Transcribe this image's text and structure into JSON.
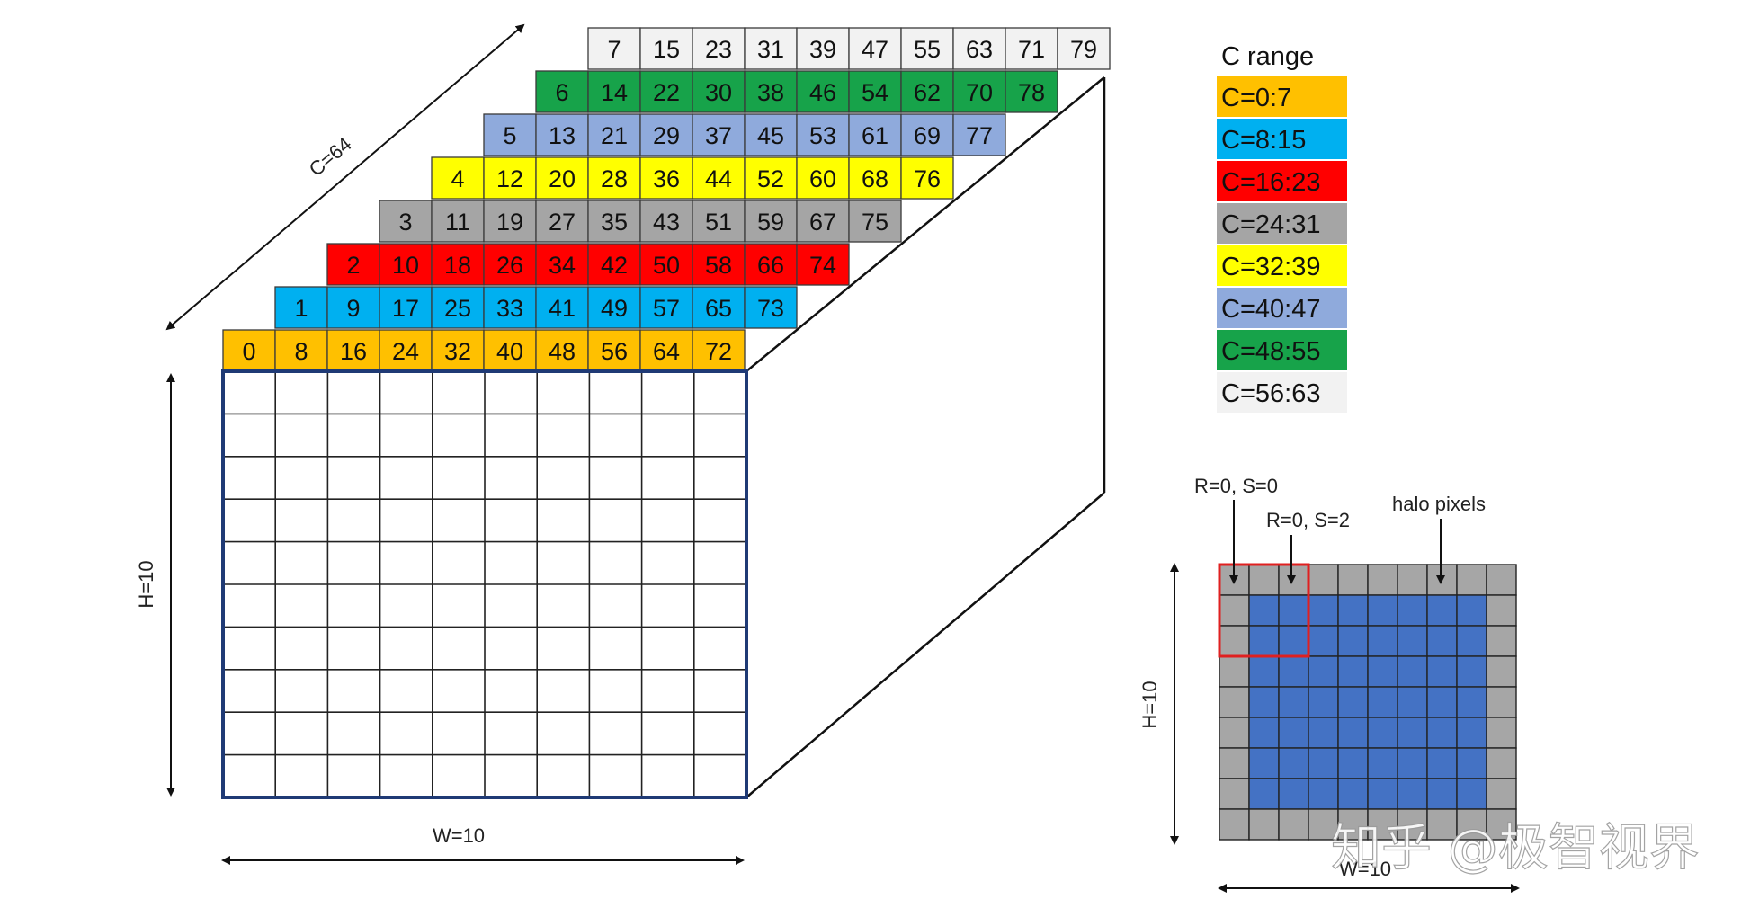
{
  "channel_rows": [
    {
      "fill": "#f2f2f2",
      "labels": [
        "7",
        "15",
        "23",
        "31",
        "39",
        "47",
        "55",
        "63",
        "71",
        "79"
      ]
    },
    {
      "fill": "#17a34a",
      "labels": [
        "6",
        "14",
        "22",
        "30",
        "38",
        "46",
        "54",
        "62",
        "70",
        "78"
      ]
    },
    {
      "fill": "#8faadc",
      "labels": [
        "5",
        "13",
        "21",
        "29",
        "37",
        "45",
        "53",
        "61",
        "69",
        "77"
      ]
    },
    {
      "fill": "#ffff00",
      "labels": [
        "4",
        "12",
        "20",
        "28",
        "36",
        "44",
        "52",
        "60",
        "68",
        "76"
      ]
    },
    {
      "fill": "#a5a5a5",
      "labels": [
        "3",
        "11",
        "19",
        "27",
        "35",
        "43",
        "51",
        "59",
        "67",
        "75"
      ]
    },
    {
      "fill": "#ff0000",
      "labels": [
        "2",
        "10",
        "18",
        "26",
        "34",
        "42",
        "50",
        "58",
        "66",
        "74"
      ]
    },
    {
      "fill": "#00b0f0",
      "labels": [
        "1",
        "9",
        "17",
        "25",
        "33",
        "41",
        "49",
        "57",
        "65",
        "73"
      ]
    },
    {
      "fill": "#ffc000",
      "labels": [
        "0",
        "8",
        "16",
        "24",
        "32",
        "40",
        "48",
        "56",
        "64",
        "72"
      ]
    }
  ],
  "axis_labels": {
    "channels": "C=64",
    "height": "H=10",
    "width": "W=10",
    "small_height": "H=10",
    "small_width": "W=10"
  },
  "legend": {
    "title": "C range",
    "items": [
      {
        "label": "C=0:7",
        "color": "#ffc000"
      },
      {
        "label": "C=8:15",
        "color": "#00b0f0"
      },
      {
        "label": "C=16:23",
        "color": "#ff0000"
      },
      {
        "label": "C=24:31",
        "color": "#a5a5a5"
      },
      {
        "label": "C=32:39",
        "color": "#ffff00"
      },
      {
        "label": "C=40:47",
        "color": "#8faadc"
      },
      {
        "label": "C=48:55",
        "color": "#17a34a"
      },
      {
        "label": "C=56:63",
        "color": "#f2f2f2"
      }
    ]
  },
  "halo": {
    "label_r0s0": "R=0, S=0",
    "label_r0s2": "R=0, S=2",
    "label_halo": "halo pixels",
    "halo_color": "#a6a6a6",
    "interior_color": "#4472c4",
    "window_color": "#e02020"
  },
  "watermark": "知乎 @极智视界"
}
